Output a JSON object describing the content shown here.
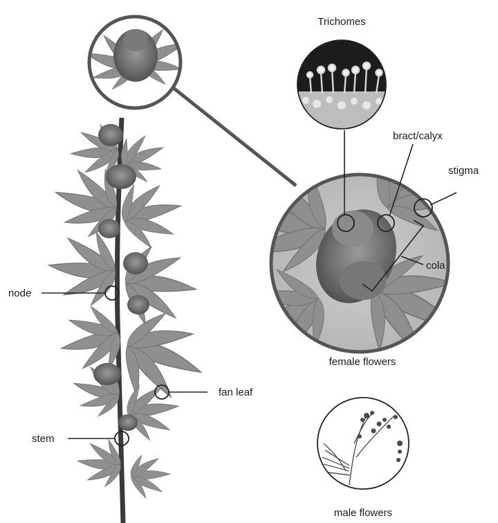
{
  "labels": {
    "trichomes": "Trichomes",
    "bract_calyx": "bract/calyx",
    "stigma": "stigma",
    "cola": "cola",
    "node": "node",
    "fan_leaf": "fan leaf",
    "stem": "stem",
    "female_flowers": "female flowers",
    "male_flowers": "male flowers"
  }
}
